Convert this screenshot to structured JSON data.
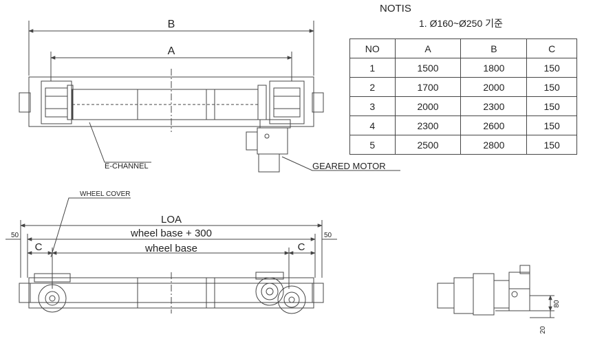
{
  "notes": {
    "title": "NOTIS",
    "line1": "1. Ø160~Ø250 기준"
  },
  "table": {
    "headers": [
      "NO",
      "A",
      "B",
      "C"
    ],
    "rows": [
      [
        "1",
        "1500",
        "1800",
        "150"
      ],
      [
        "2",
        "1700",
        "2000",
        "150"
      ],
      [
        "3",
        "2000",
        "2300",
        "150"
      ],
      [
        "4",
        "2300",
        "2600",
        "150"
      ],
      [
        "5",
        "2500",
        "2800",
        "150"
      ]
    ]
  },
  "top_view": {
    "dim_b": "B",
    "dim_a": "A",
    "channel_label": "E-CHANNEL",
    "motor_label": "GEARED MOTOR"
  },
  "front_view": {
    "wheel_cover_label": "WHEEL COVER",
    "dim_loa": "LOA",
    "dim_wb_plus": "wheel base + 300",
    "dim_wb": "wheel base",
    "dim_c_left": "C",
    "dim_c_right": "C",
    "dim_50_left": "50",
    "dim_50_right": "50"
  },
  "side_view": {
    "dim_80": "80",
    "dim_20": "20"
  }
}
